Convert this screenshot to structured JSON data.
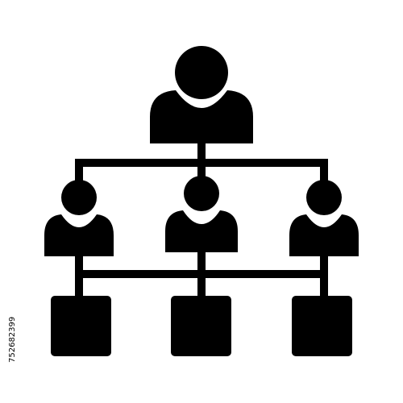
{
  "icon": {
    "name": "organization-chart-icon",
    "colors": {
      "foreground": "#000000",
      "background": "#ffffff"
    },
    "people_count": 4,
    "box_count": 3
  },
  "stock_id": "752682399"
}
